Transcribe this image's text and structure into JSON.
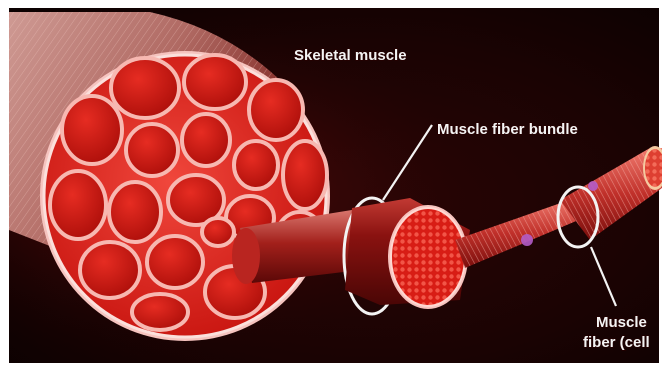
{
  "labels": {
    "skeletal_muscle": "Skeletal muscle",
    "fiber_bundle": "Muscle fiber bundle",
    "muscle_fiber_line1": "Muscle",
    "muscle_fiber_line2": "fiber (cell"
  },
  "colors": {
    "background_dark": "#1a0303",
    "background_red": "#5a0a0a",
    "muscle_red": "#d11a14",
    "fascicle_red": "#c21410",
    "sheath_pink": "#f2a9a4",
    "tendon_pink": "#c98d86",
    "callout_white": "#f3f3f3",
    "nucleus_purple": "#b35cc8"
  }
}
